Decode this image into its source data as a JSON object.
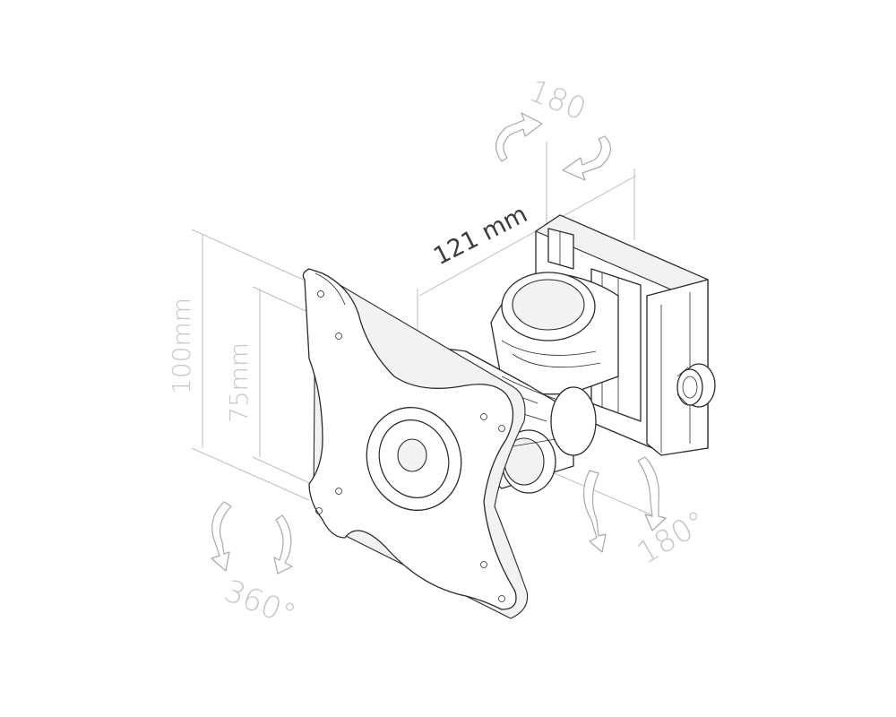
{
  "diagram": {
    "dimensions": {
      "width_label": "121 mm",
      "height_outer_label": "100mm",
      "height_inner_label": "75mm"
    },
    "rotations": {
      "top_label": "180",
      "right_label": "180°",
      "left_label": "360°"
    },
    "colors": {
      "line": "#2a2a2a",
      "dimension_text_light": "#c8c8c8",
      "dimension_text_dark": "#3c3c3c",
      "arrow_stroke": "#a8a8a8"
    }
  }
}
